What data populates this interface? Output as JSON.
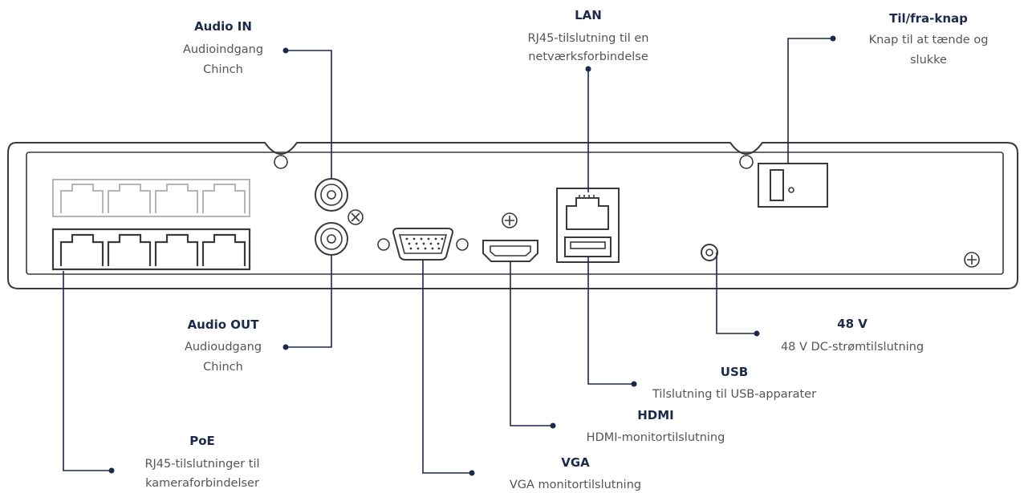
{
  "callouts": {
    "audio_in": {
      "title": "Audio IN",
      "desc": [
        "Audioindgang",
        "Chinch"
      ]
    },
    "lan": {
      "title": "LAN",
      "desc": [
        "RJ45-tilslutning til en",
        "netværksforbindelse"
      ]
    },
    "switch": {
      "title": "Til/fra-knap",
      "desc": [
        "Knap til at tænde og",
        "slukke"
      ]
    },
    "audio_out": {
      "title": "Audio OUT",
      "desc": [
        "Audioudgang",
        "Chinch"
      ]
    },
    "power": {
      "title": "48 V",
      "desc": [
        "48 V DC-strømtilslutning"
      ]
    },
    "usb": {
      "title": "USB",
      "desc": [
        "Tilslutning til USB-apparater"
      ]
    },
    "hdmi": {
      "title": "HDMI",
      "desc": [
        "HDMI-monitortilslutning"
      ]
    },
    "poe": {
      "title": "PoE",
      "desc": [
        "RJ45-tilslutninger til",
        "kameraforbindelser"
      ]
    },
    "vga": {
      "title": "VGA",
      "desc": [
        "VGA monitortilslutning"
      ]
    }
  },
  "colors": {
    "label_title": "#1b2a4a",
    "label_desc": "#555555",
    "outline": "#3a3a3a",
    "inactive_port": "#b5b5b5"
  }
}
